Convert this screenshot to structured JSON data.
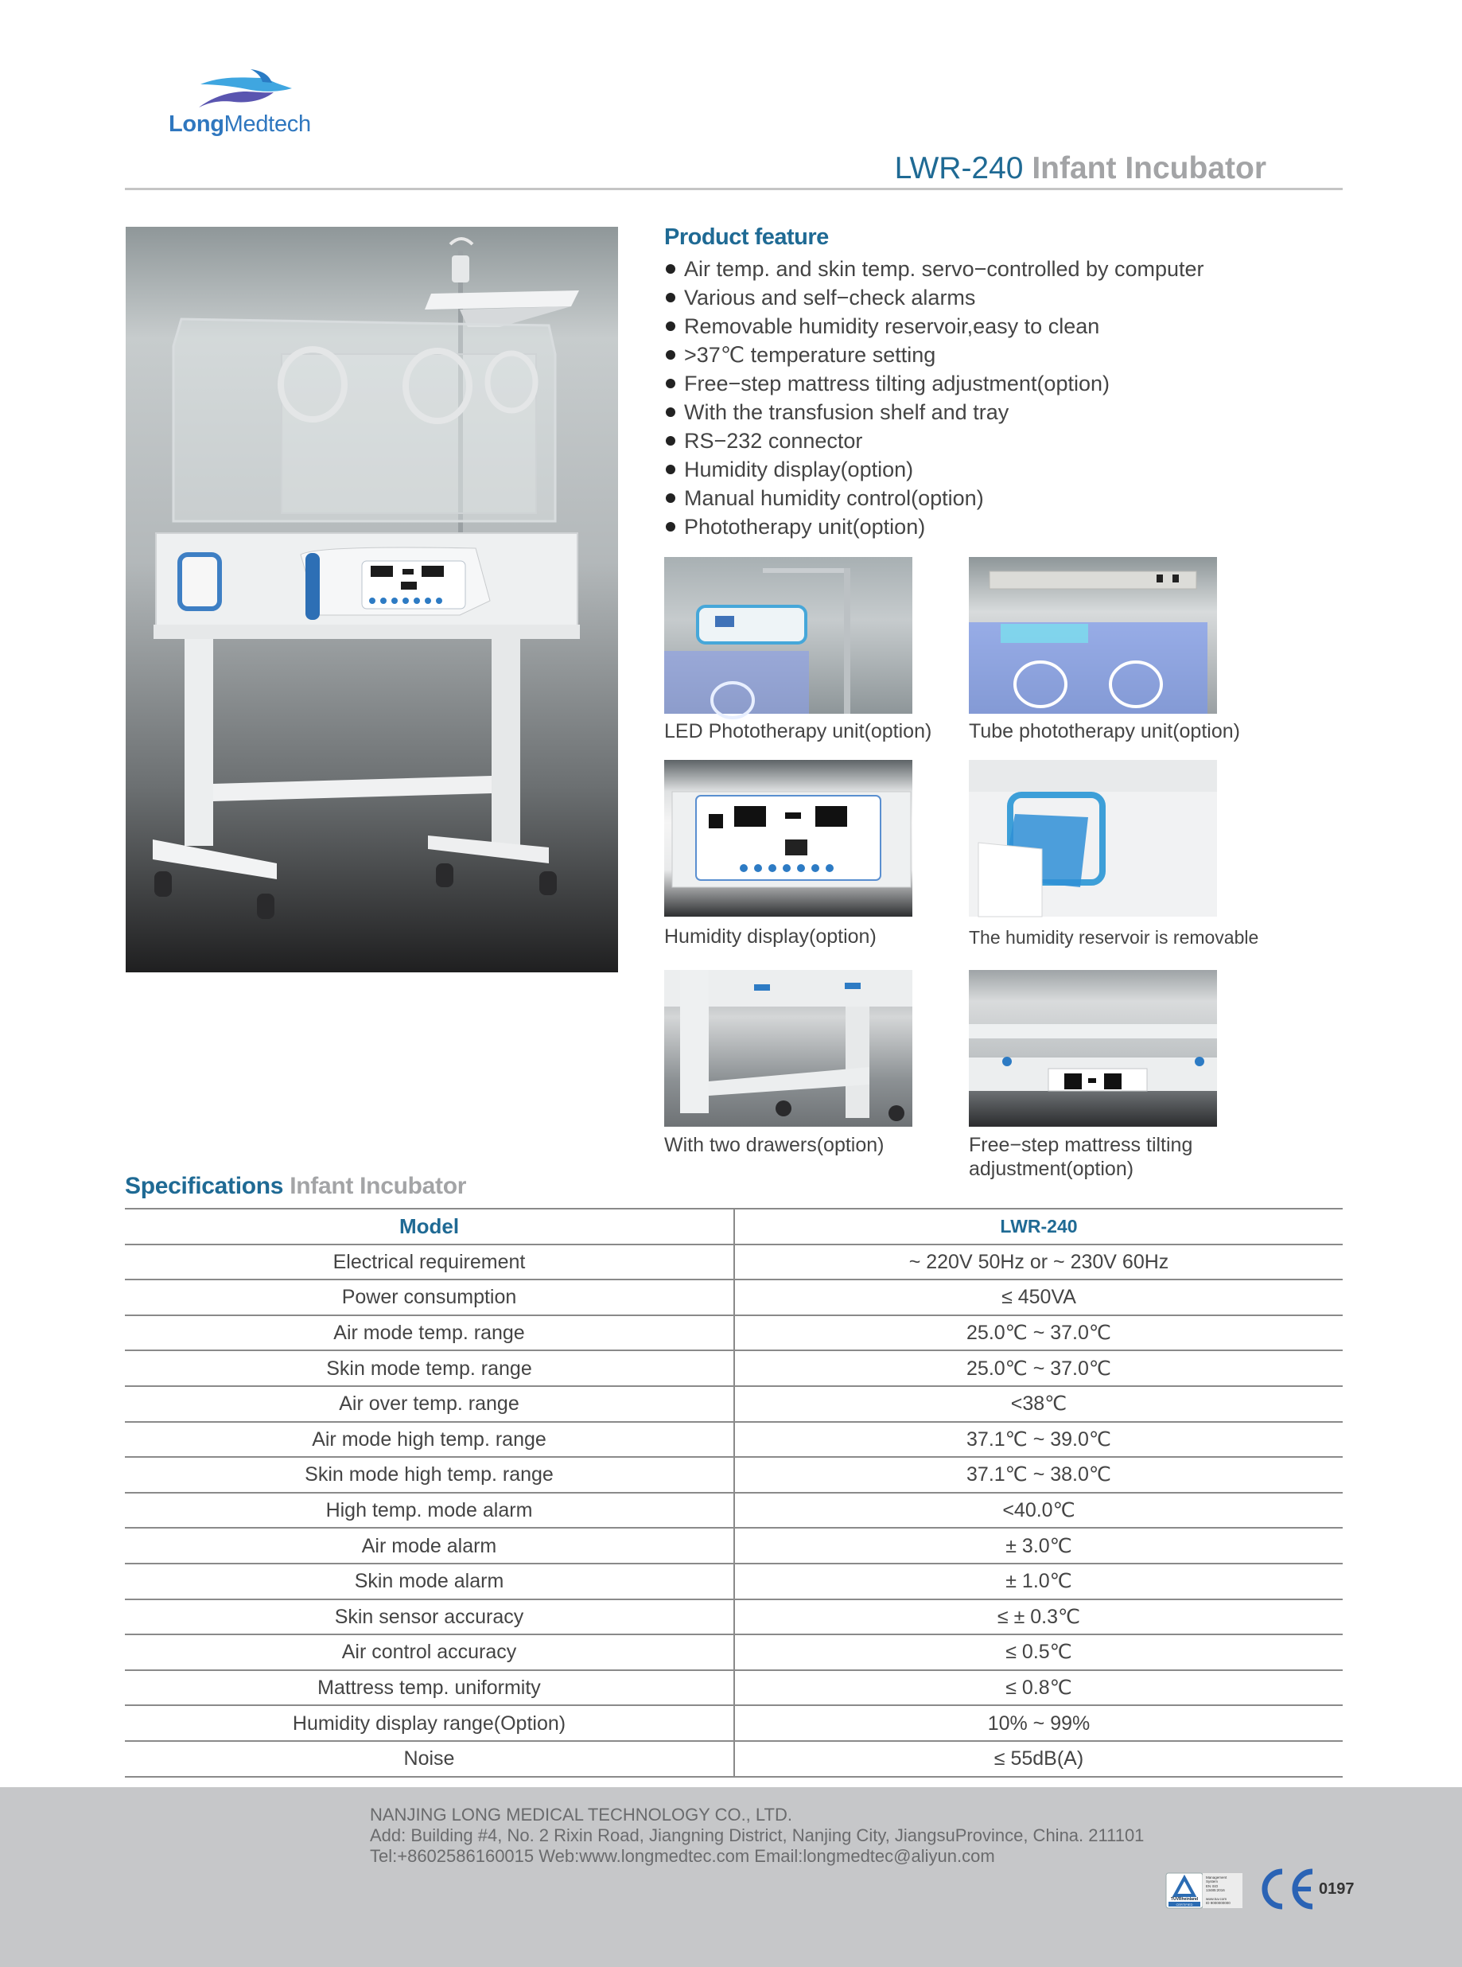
{
  "brand": {
    "logo_bold": "Long",
    "logo_regular": "Medtech",
    "colors": {
      "brand_blue": "#2f77bf",
      "accent_teal": "#1f6a94",
      "title_gray": "#a3a4a6",
      "text": "#444444",
      "footer_bg": "#c6c7c9"
    }
  },
  "header": {
    "model": "LWR-240",
    "product_name": "Infant Incubator"
  },
  "main_image": {
    "alt": "LWR-240 infant incubator on wheeled stand with transfusion shelf and tray"
  },
  "features": {
    "title": "Product feature",
    "items": [
      "Air temp. and skin temp. servo−controlled by computer",
      "Various and self−check alarms",
      "Removable humidity reservoir,easy to clean",
      ">37℃ temperature setting",
      "Free−step mattress tilting adjustment(option)",
      "With the transfusion shelf and tray",
      "RS−232 connector",
      "Humidity display(option)",
      "Manual humidity control(option)",
      "Phototherapy unit(option)"
    ]
  },
  "gallery": [
    {
      "caption": "LED Phototherapy unit(option)",
      "image": "led-phototherapy-unit"
    },
    {
      "caption": "Tube phototherapy unit(option)",
      "image": "tube-phototherapy-unit"
    },
    {
      "caption": "Humidity display(option)",
      "image": "control-panel-humidity-display"
    },
    {
      "caption": "The humidity reservoir is removable",
      "image": "humidity-reservoir-drawer"
    },
    {
      "caption": "With two drawers(option)",
      "image": "stand-with-two-drawers"
    },
    {
      "caption_line1": "Free−step mattress tilting",
      "caption_line2": "adjustment(option)",
      "image": "mattress-tilting-knobs"
    }
  ],
  "specs": {
    "title_a": "Specifications",
    "title_b": "Infant Incubator",
    "header": {
      "key": "Model",
      "value": "LWR-240"
    },
    "rows": [
      {
        "key": "Electrical requirement",
        "value": "~ 220V 50Hz or ~ 230V 60Hz"
      },
      {
        "key": "Power consumption",
        "value": "≤ 450VA"
      },
      {
        "key": "Air mode temp. range",
        "value": "25.0℃ ~ 37.0℃"
      },
      {
        "key": "Skin mode temp. range",
        "value": "25.0℃ ~ 37.0℃"
      },
      {
        "key": "Air over temp. range",
        "value": "<38℃"
      },
      {
        "key": "Air mode high temp. range",
        "value": "37.1℃ ~ 39.0℃"
      },
      {
        "key": "Skin mode high temp. range",
        "value": "37.1℃ ~ 38.0℃"
      },
      {
        "key": "High temp. mode alarm",
        "value": "<40.0℃"
      },
      {
        "key": "Air mode alarm",
        "value": "± 3.0℃"
      },
      {
        "key": "Skin mode alarm",
        "value": "± 1.0℃"
      },
      {
        "key": "Skin sensor accuracy",
        "value": "≤ ± 0.3℃"
      },
      {
        "key": "Air control accuracy",
        "value": "≤ 0.5℃"
      },
      {
        "key": "Mattress temp. uniformity",
        "value": "≤ 0.8℃"
      },
      {
        "key": "Humidity display range(Option)",
        "value": "10% ~ 99%"
      },
      {
        "key": "Noise",
        "value": "≤ 55dB(A)"
      }
    ]
  },
  "footer": {
    "company": "NANJING LONG MEDICAL TECHNOLOGY CO., LTD.",
    "address": "Add: Building #4, No. 2 Rixin Road, Jiangning District, Nanjing City, JiangsuProvince, China. 211101",
    "contact": "Tel:+8602586160015 Web:www.longmedtec.com Email:longmedtec@aliyun.com",
    "tuv": {
      "brand": "TÜVRheinland",
      "certified": "CERTIFIED",
      "line1": "Management",
      "line2": "System",
      "line3": "EN ISO",
      "line4": "13485:2016",
      "line5": "www.tuv.com",
      "line6": "ID 9000000000"
    },
    "ce_mark": "CE",
    "ce_number": "0197"
  }
}
